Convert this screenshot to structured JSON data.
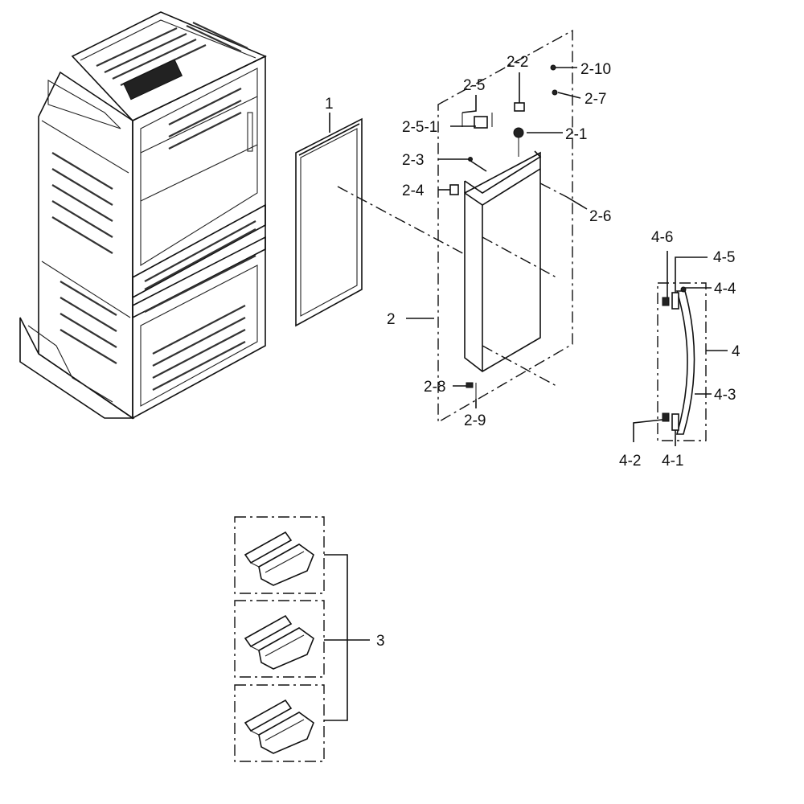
{
  "labels": {
    "l1": "1",
    "l2": "2",
    "l2_1": "2-1",
    "l2_2": "2-2",
    "l2_3": "2-3",
    "l2_4": "2-4",
    "l2_5": "2-5",
    "l2_5_1": "2-5-1",
    "l2_6": "2-6",
    "l2_7": "2-7",
    "l2_8": "2-8",
    "l2_9": "2-9",
    "l2_10": "2-10",
    "l3": "3",
    "l4": "4",
    "l4_1": "4-1",
    "l4_2": "4-2",
    "l4_3": "4-3",
    "l4_4": "4-4",
    "l4_5": "4-5",
    "l4_6": "4-6"
  }
}
